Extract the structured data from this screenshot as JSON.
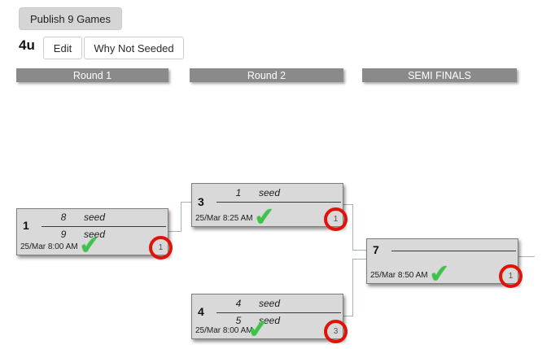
{
  "toolbar": {
    "publish_button": "Publish 9 Games",
    "division": "4u",
    "edit_button": "Edit",
    "why_not_seeded_button": "Why Not Seeded"
  },
  "round_headers": [
    {
      "label": "Round 1"
    },
    {
      "label": "Round 2"
    },
    {
      "label": "SEMI FINALS"
    }
  ],
  "games": [
    {
      "number": "1",
      "top_seed_number": "8",
      "top_seed_label": "seed",
      "bottom_seed_number": "9",
      "bottom_seed_label": "seed",
      "scheduled": "25/Mar 8:00 AM",
      "status_icon": "green-checkmark-published",
      "court_number": "1"
    },
    {
      "number": "3",
      "top_seed_number": "1",
      "top_seed_label": "seed",
      "bottom_seed_number": "",
      "bottom_seed_label": "",
      "scheduled": "25/Mar 8:25 AM",
      "status_icon": "green-checkmark-published",
      "court_number": "1"
    },
    {
      "number": "4",
      "top_seed_number": "4",
      "top_seed_label": "seed",
      "bottom_seed_number": "5",
      "bottom_seed_label": "seed",
      "scheduled": "25/Mar 8:00 AM",
      "status_icon": "green-checkmark-published",
      "court_number": "3"
    },
    {
      "number": "7",
      "top_seed_number": "",
      "top_seed_label": "",
      "bottom_seed_number": "",
      "bottom_seed_label": "",
      "scheduled": "25/Mar 8:50 AM",
      "status_icon": "green-checkmark-published",
      "court_number": "1"
    }
  ],
  "icons": {
    "published_check": "✔"
  },
  "colors": {
    "round_header_gray": "#8a8a8a",
    "game_box_fill": "#d9d9d9",
    "published_check_green": "#3fc24a",
    "court_highlight_red": "#e01309",
    "connector_gray": "#a6b2b0"
  }
}
